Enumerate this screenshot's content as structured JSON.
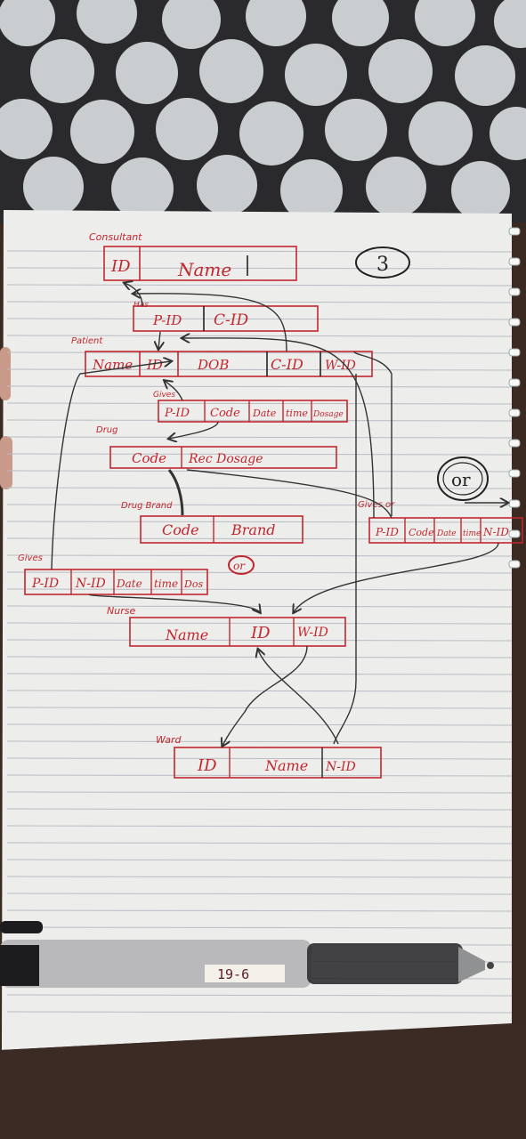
{
  "page_number": "3",
  "tables": {
    "consultant": {
      "title": "Consultant",
      "fields": [
        "ID",
        "Name"
      ]
    },
    "join1": {
      "title": "Has",
      "fields": [
        "P-ID",
        "C-ID"
      ]
    },
    "patient": {
      "title": "Patient",
      "fields": [
        "Name",
        "ID",
        "DOB",
        "C-ID",
        "W-ID"
      ]
    },
    "gives1": {
      "title": "Gives",
      "fields": [
        "P-ID",
        "Code",
        "Date",
        "time",
        "Dosage"
      ]
    },
    "drug": {
      "title": "Drug",
      "fields": [
        "Code",
        "Rec Dosage"
      ]
    },
    "drugbrand": {
      "title": "Drug Brand",
      "fields": [
        "Code",
        "Brand"
      ]
    },
    "gives2": {
      "title": "Gives",
      "fields": [
        "P-ID",
        "N-ID",
        "Date",
        "time",
        "Dos"
      ]
    },
    "gives3": {
      "title": "Gives or",
      "fields": [
        "P-ID",
        "Code",
        "Date",
        "time",
        "N-ID"
      ]
    },
    "nurse": {
      "title": "Nurse",
      "fields": [
        "Name",
        "ID",
        "W-ID"
      ]
    },
    "ward": {
      "title": "Ward",
      "fields": [
        "ID",
        "Name",
        "N-ID"
      ]
    }
  },
  "annotations": {
    "or_circled_1": "or",
    "or_circled_2": "or"
  },
  "pen_label": "19-6"
}
